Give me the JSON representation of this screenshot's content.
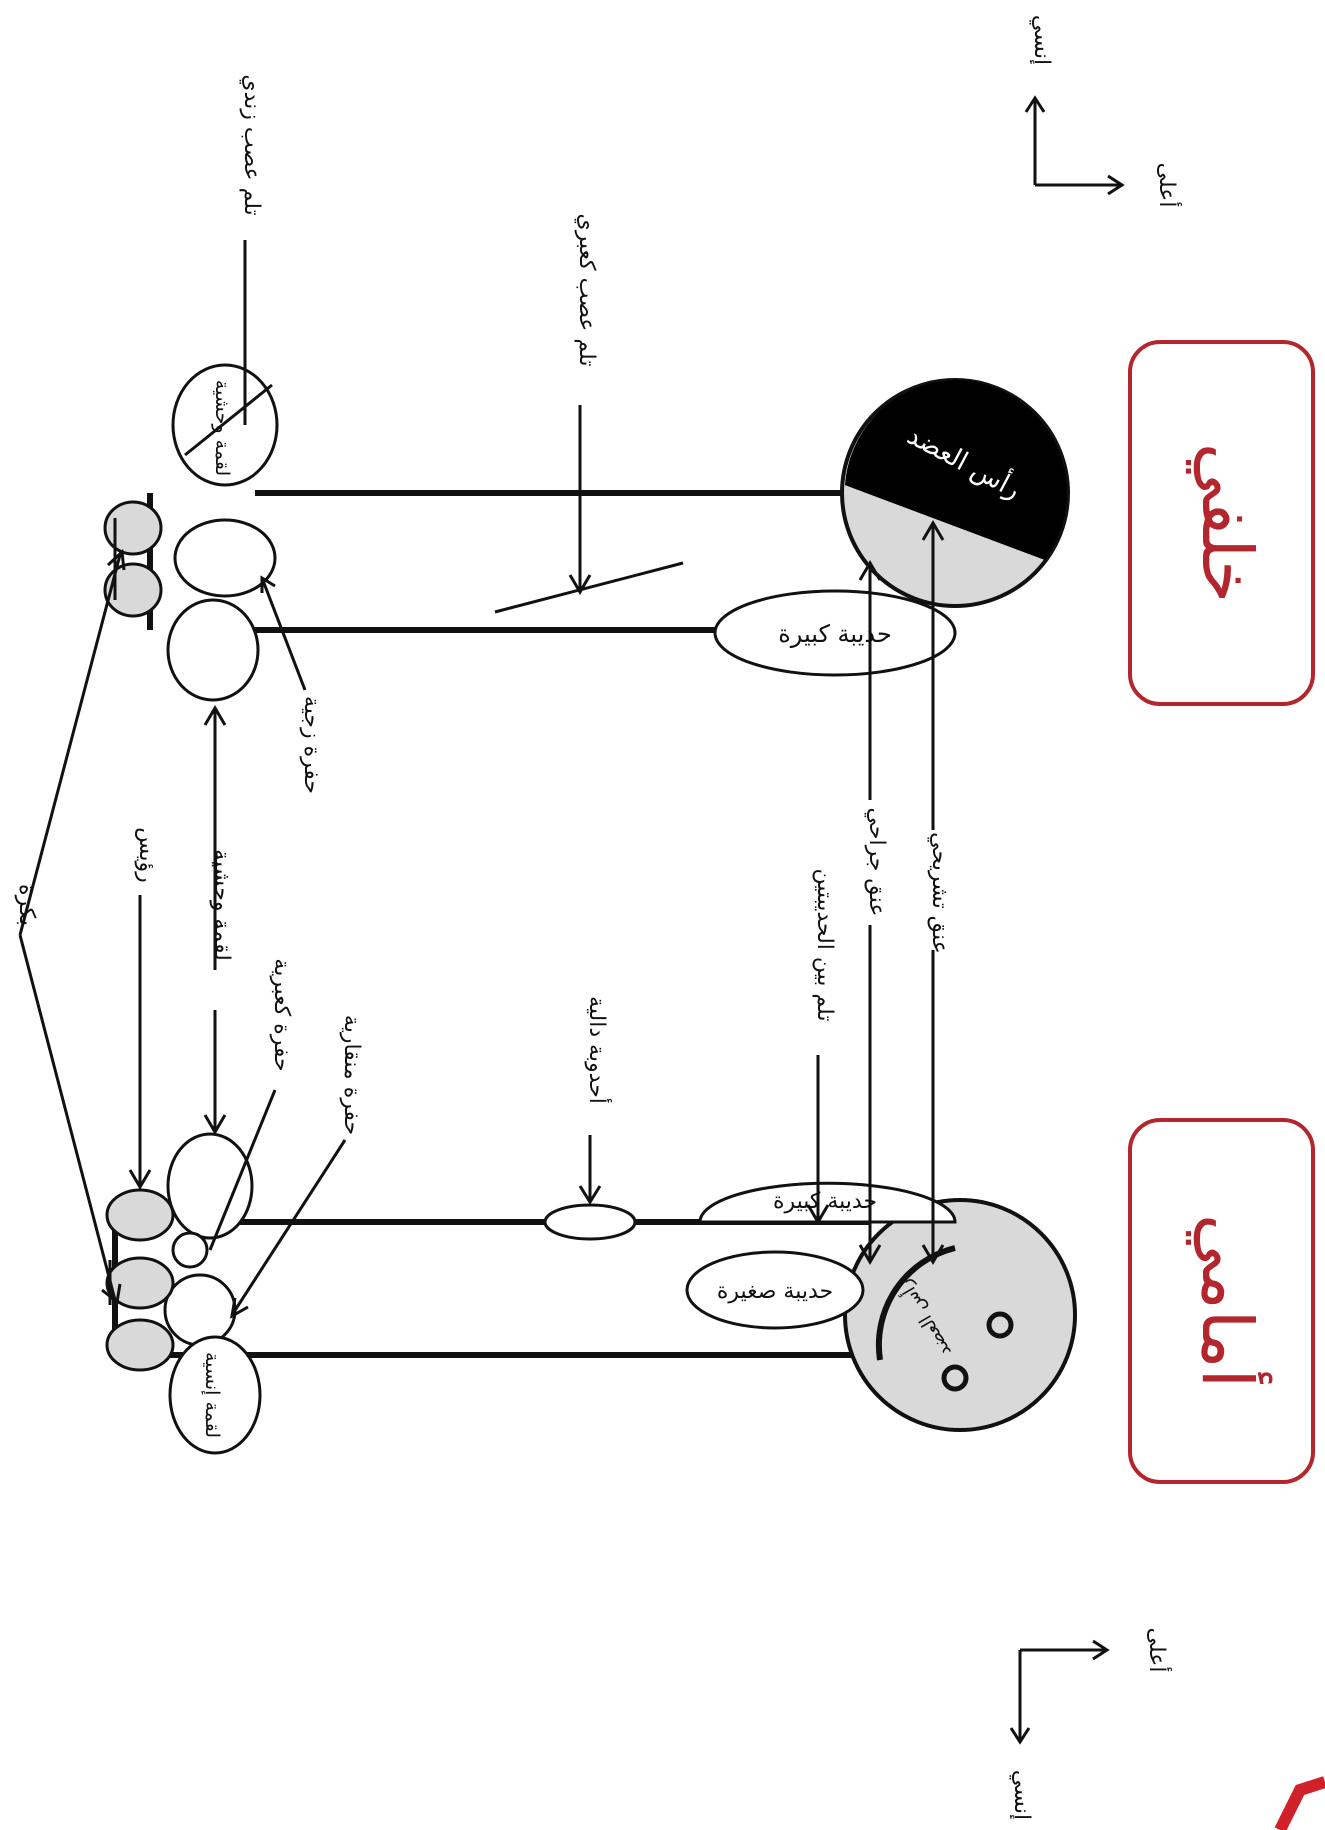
{
  "titles": {
    "posterior": "خلفي",
    "anterior": "أمامي"
  },
  "accent": "#b3262d",
  "orientation": {
    "upper": "أعلى",
    "lateral": "إنسي"
  },
  "labels": {
    "head_of_humerus": "رأس العضد",
    "greater_tubercle": "حديبة كبيرة",
    "lesser_tubercle": "حديبة صغيرة",
    "deltoid_tuberosity": "أحدوبة دالية",
    "intertubercular_groove": "تلم بين الحديبتين",
    "surgical_neck": "عنق جراحي",
    "anatomical_neck": "عنق تشريحي",
    "radial_groove": "تلم عصب كعبري",
    "ulnar_groove": "تلم عصب زندي",
    "olecranon_fossa": "حفرة زجية",
    "radial_fossa": "حفرة كعبرية",
    "coronoid_fossa": "حفرة منقارية",
    "trochlea_crest": "لقمة وحشية",
    "medial_condyle": "لقمة إنسية",
    "lateral_condyle": "لقمة وحشية",
    "capitulum": "رؤيس",
    "trochlea": "بكرة"
  }
}
